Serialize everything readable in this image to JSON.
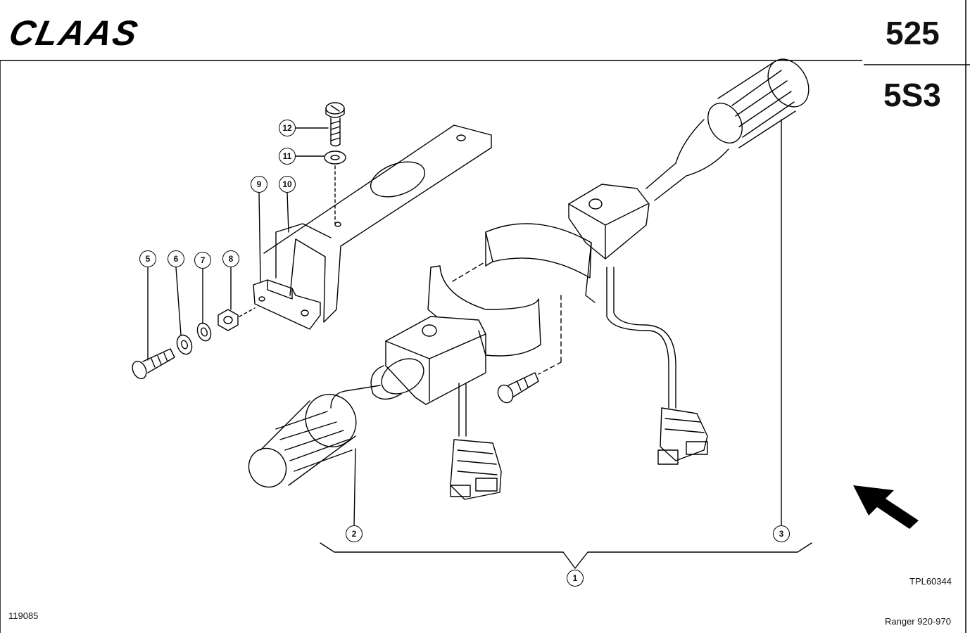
{
  "header": {
    "brand_logo": "CLAAS",
    "section_code": "525",
    "group_code": "5S3"
  },
  "footer": {
    "drawing_ref": "TPL60344",
    "page_ref": "119085",
    "model_range": "Ranger 920-970"
  },
  "callouts": [
    "1",
    "2",
    "3",
    "5",
    "6",
    "7",
    "8",
    "9",
    "10",
    "11",
    "12"
  ],
  "icons": {
    "direction": "arrow-up-left-icon"
  }
}
